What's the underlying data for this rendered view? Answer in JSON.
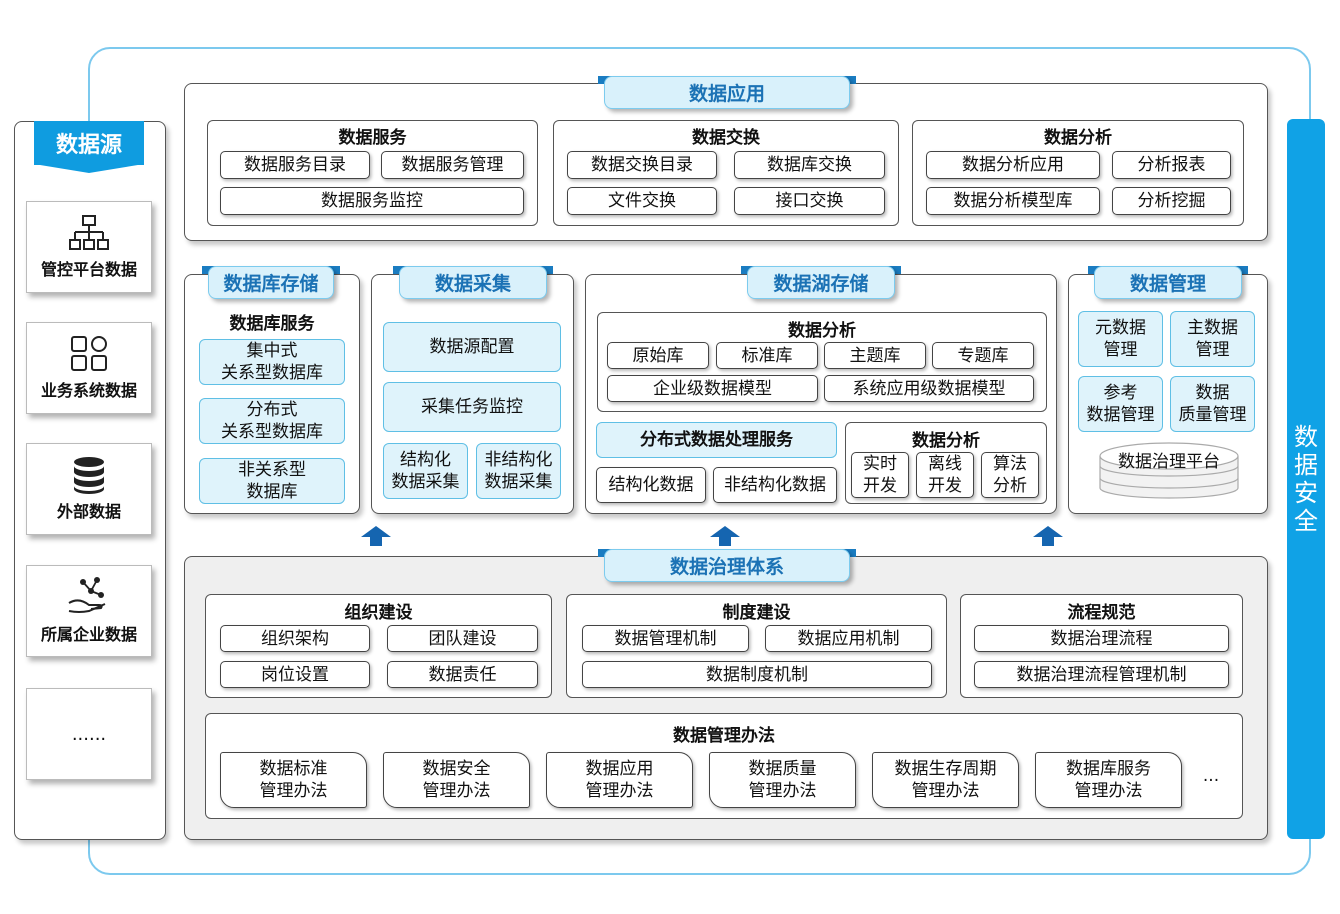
{
  "data_source": {
    "title": "数据源",
    "items": [
      {
        "label": "管控平台数据",
        "icon": "org-chart-icon"
      },
      {
        "label": "业务系统数据",
        "icon": "grid-squares-icon"
      },
      {
        "label": "外部数据",
        "icon": "database-icon"
      },
      {
        "label": "所属企业数据",
        "icon": "hand-network-icon"
      },
      {
        "label": "......",
        "icon": ""
      }
    ]
  },
  "security": {
    "title": "数据安全",
    "chars": [
      "数",
      "据",
      "安",
      "全"
    ]
  },
  "data_app": {
    "title": "数据应用",
    "service": {
      "title": "数据服务",
      "items": [
        "数据服务目录",
        "数据服务管理",
        "数据服务监控"
      ]
    },
    "exchange": {
      "title": "数据交换",
      "items": [
        "数据交换目录",
        "数据库交换",
        "文件交换",
        "接口交换"
      ]
    },
    "analysis": {
      "title": "数据分析",
      "items": [
        "数据分析应用",
        "分析报表",
        "数据分析模型库",
        "分析挖掘"
      ]
    }
  },
  "db_storage": {
    "title": "数据库存储",
    "subtitle": "数据库服务",
    "items": [
      [
        "集中式",
        "关系型数据库"
      ],
      [
        "分布式",
        "关系型数据库"
      ],
      [
        "非关系型",
        "数据库"
      ]
    ]
  },
  "collection": {
    "title": "数据采集",
    "items": [
      "数据源配置",
      "采集任务监控"
    ],
    "pairs": [
      [
        "结构化",
        "数据采集"
      ],
      [
        "非结构化",
        "数据采集"
      ]
    ]
  },
  "lake": {
    "title": "数据湖存储",
    "analysis_title": "数据分析",
    "libs": [
      "原始库",
      "标准库",
      "主题库",
      "专题库"
    ],
    "models": [
      "企业级数据模型",
      "系统应用级数据模型"
    ],
    "dist_service": "分布式数据处理服务",
    "data_types": [
      "结构化数据",
      "非结构化数据"
    ],
    "analysis2_title": "数据分析",
    "analysis2": [
      [
        "实时",
        "开发"
      ],
      [
        "离线",
        "开发"
      ],
      [
        "算法",
        "分析"
      ]
    ]
  },
  "management": {
    "title": "数据管理",
    "items": [
      [
        "元数据",
        "管理"
      ],
      [
        "主数据",
        "管理"
      ],
      [
        "参考",
        "数据管理"
      ],
      [
        "数据",
        "质量管理"
      ]
    ],
    "platform": "数据治理平台"
  },
  "governance": {
    "title": "数据治理体系",
    "org": {
      "title": "组织建设",
      "items": [
        "组织架构",
        "团队建设",
        "岗位设置",
        "数据责任"
      ]
    },
    "system": {
      "title": "制度建设",
      "items": [
        "数据管理机制",
        "数据应用机制",
        "数据制度机制"
      ]
    },
    "process": {
      "title": "流程规范",
      "items": [
        "数据治理流程",
        "数据治理流程管理机制"
      ]
    },
    "methods": {
      "title": "数据管理办法",
      "items": [
        [
          "数据标准",
          "管理办法"
        ],
        [
          "数据安全",
          "管理办法"
        ],
        [
          "数据应用",
          "管理办法"
        ],
        [
          "数据质量",
          "管理办法"
        ],
        [
          "数据生存周期",
          "管理办法"
        ],
        [
          "数据库服务",
          "管理办法"
        ]
      ],
      "more": "..."
    }
  },
  "colors": {
    "accent": "#10a2e6",
    "tab_text": "#1b72b5",
    "tab_bg": "#d9f1fb",
    "outer_border": "#7cc9ee",
    "arrow": "#1565b0"
  }
}
